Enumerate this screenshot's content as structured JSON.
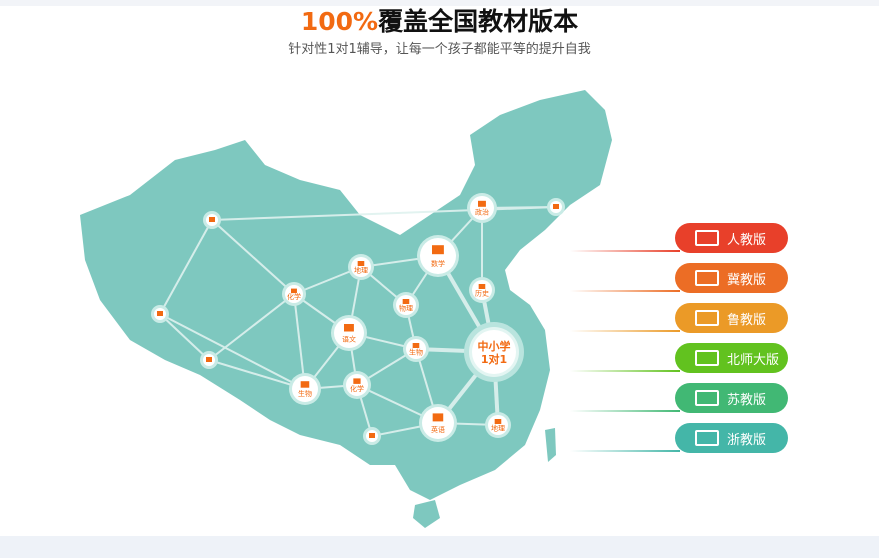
{
  "header": {
    "title_highlight": "100%",
    "title_rest": "覆盖全国教材版本",
    "subtitle": "针对性1对1辅导，让每一个孩子都能平等的提升自我"
  },
  "center_node": {
    "line1": "中小学",
    "line2": "1对1"
  },
  "subjects": [
    "政治",
    "数学",
    "地理",
    "化学",
    "物理",
    "历史",
    "语文",
    "生物",
    "生物",
    "化学",
    "英语",
    "地理"
  ],
  "editions": [
    {
      "label": "人教版",
      "color": "#e8402a"
    },
    {
      "label": "冀教版",
      "color": "#ec6d25"
    },
    {
      "label": "鲁教版",
      "color": "#eb9a27"
    },
    {
      "label": "北师大版",
      "color": "#62c21f"
    },
    {
      "label": "苏教版",
      "color": "#41b874"
    },
    {
      "label": "浙教版",
      "color": "#44b6a8"
    }
  ]
}
